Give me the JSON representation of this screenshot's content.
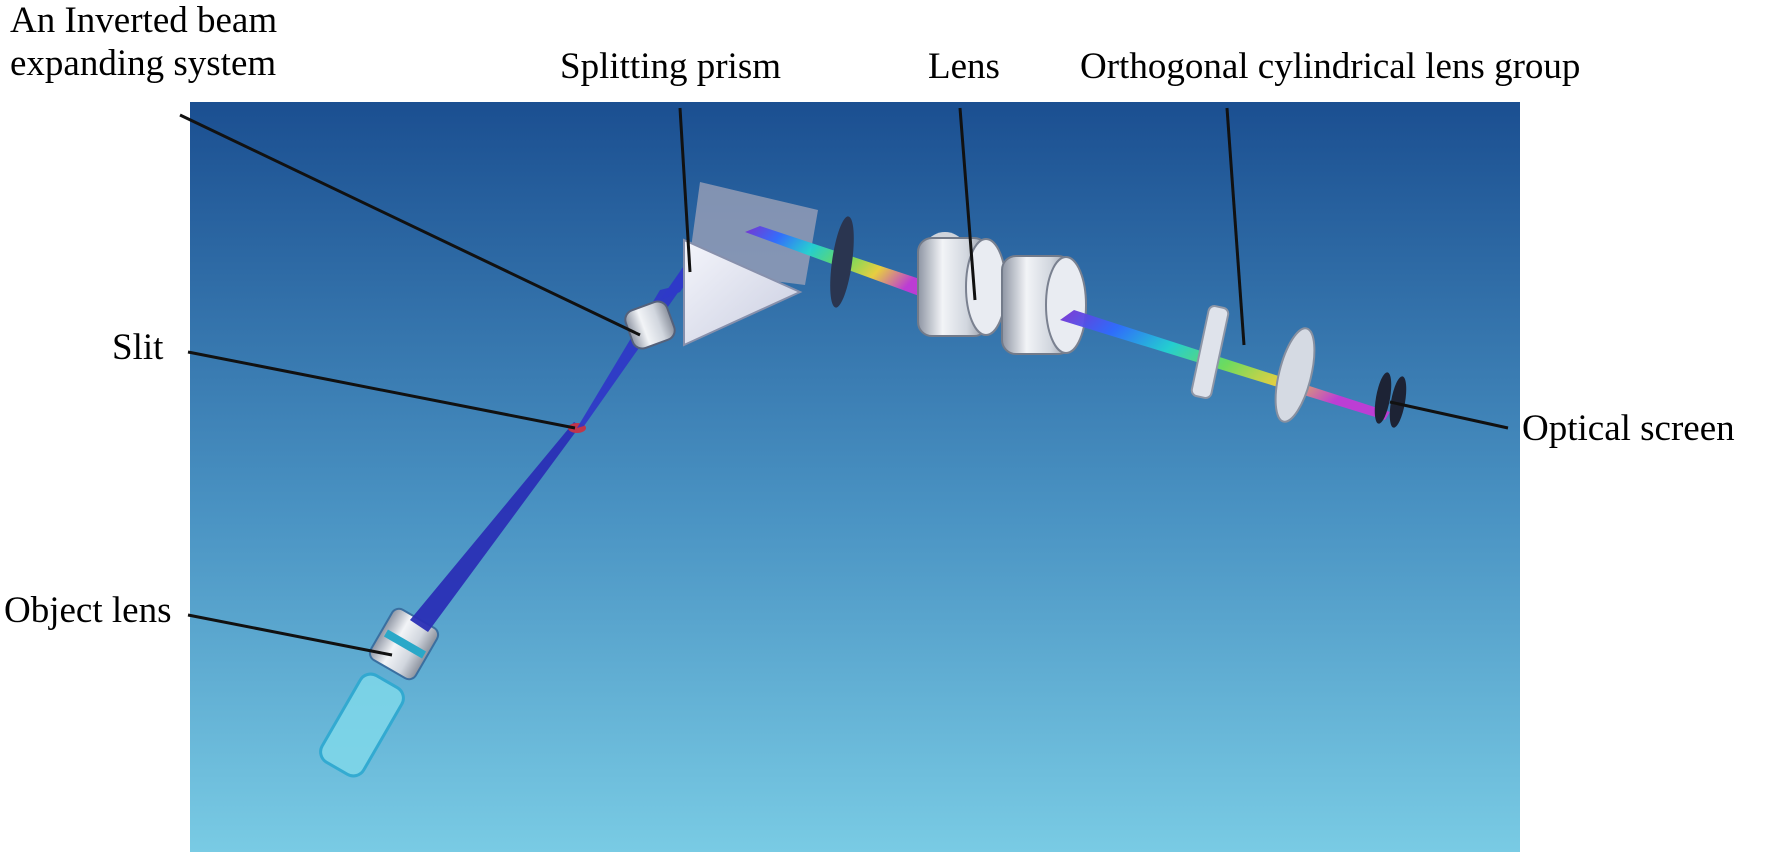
{
  "labels": {
    "beam_expander_line1": "An Inverted beam",
    "beam_expander_line2": "expanding system",
    "splitting_prism": "Splitting prism",
    "lens": "Lens",
    "cylindrical_group": "Orthogonal cylindrical lens group",
    "slit": "Slit",
    "object_lens": "Object lens",
    "optical_screen": "Optical screen"
  },
  "colors": {
    "background_top": "#1b4f91",
    "background_bottom": "#79cbe4",
    "beam_blue": "#2a2fb5",
    "prism_face": "#e4e7f4",
    "lens_gray": "#d7dbe2",
    "leader_line": "#111111"
  }
}
